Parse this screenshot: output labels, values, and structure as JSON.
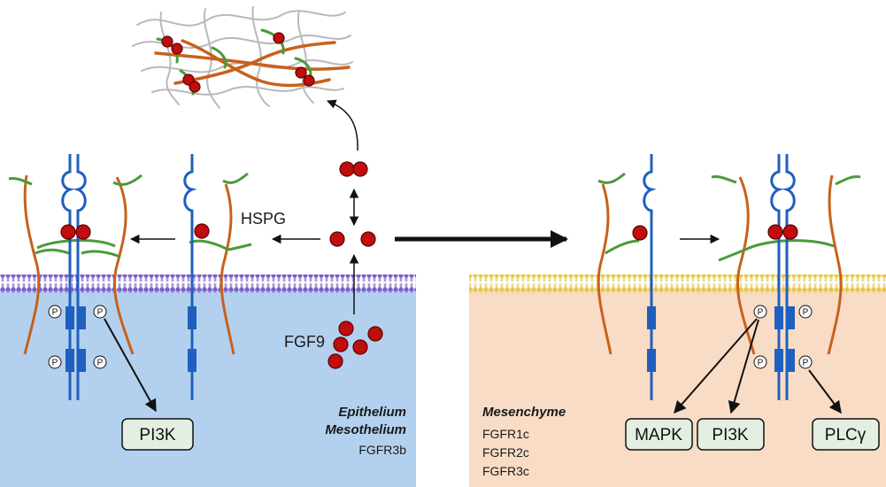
{
  "labels": {
    "hspg": "HSPG",
    "ligand": "FGF9",
    "epithelium": "Epithelium",
    "mesothelium": "Mesothelium",
    "epithelial_receptor": "FGFR3b",
    "mesenchyme": "Mesenchyme",
    "mesenchymal_receptors": [
      "FGFR1c",
      "FGFR2c",
      "FGFR3c"
    ],
    "phospho": "P"
  },
  "effectors": {
    "epithelial": [
      "PI3K"
    ],
    "mesenchymal": [
      "MAPK",
      "PI3K",
      "PLCγ"
    ]
  },
  "colors": {
    "receptor": "#1f5fbf",
    "ligand": "#c00d0d",
    "ligand_edge": "#5a0000",
    "proteoglycan_core": "#c8611c",
    "heparan_sulfate": "#4a9a3a",
    "epithelium_fill": "#b3d1ee",
    "epithelium_membrane": "#7d5fc8",
    "mesenchyme_fill": "#f9dcc6",
    "mesenchyme_membrane": "#e6c84a",
    "effector_box": "#e3efe1",
    "matrix_fibers": "#b9b9b9"
  }
}
